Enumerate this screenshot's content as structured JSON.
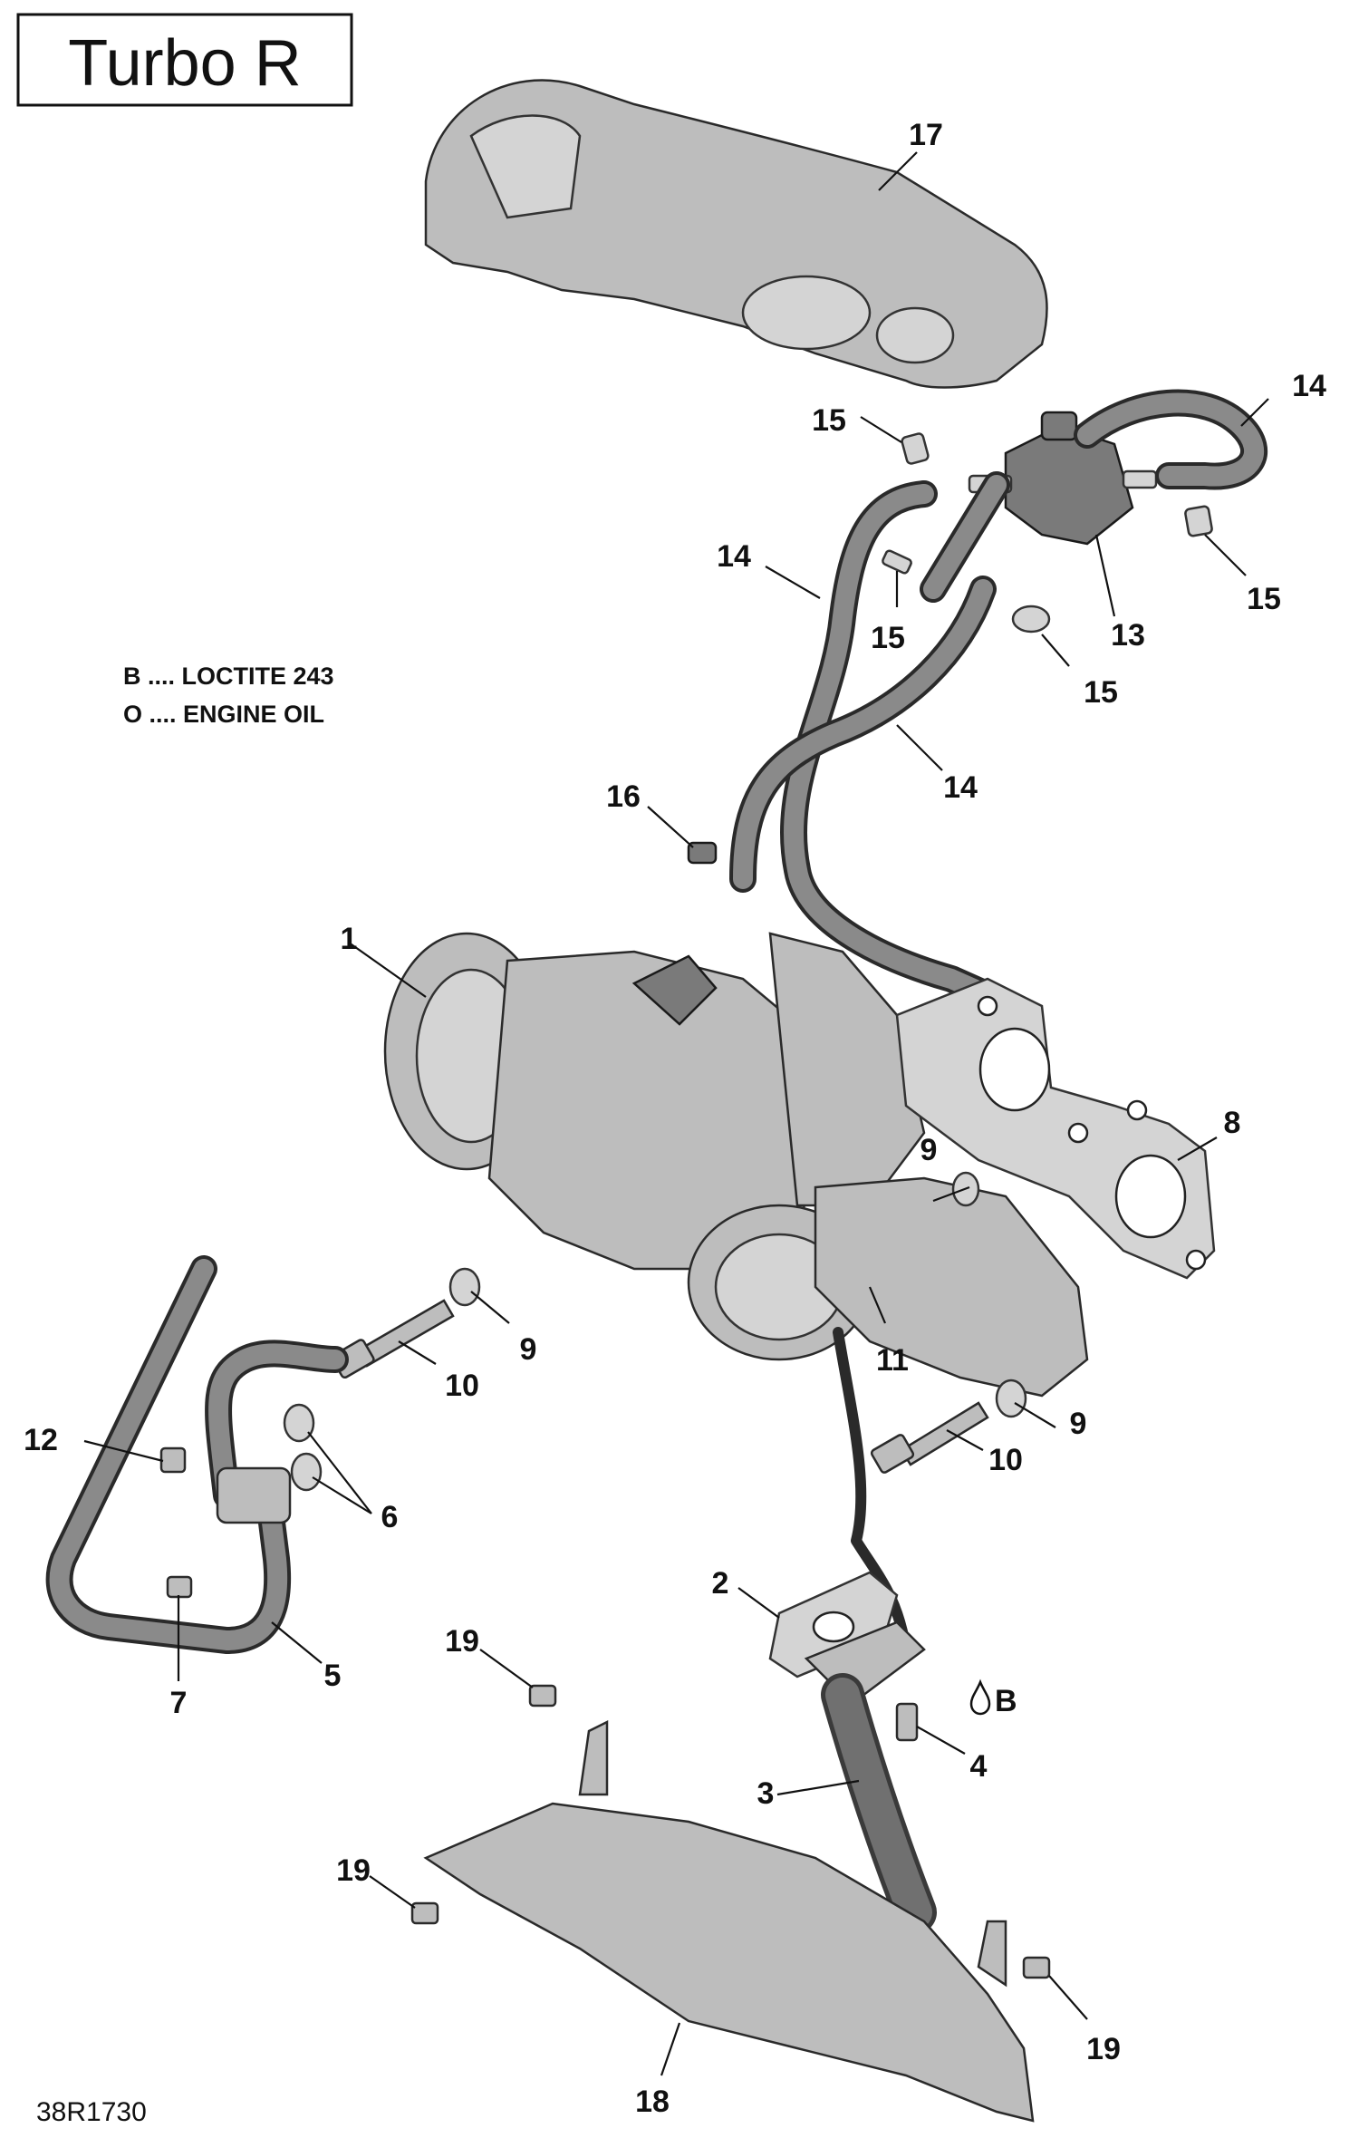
{
  "title": "Turbo R",
  "drawing_number": "38R1730",
  "legend": [
    {
      "code": "B",
      "text": "B .... LOCTITE 243"
    },
    {
      "code": "O",
      "text": "O .... ENGINE OIL"
    }
  ],
  "annotation_b": "B",
  "callouts": [
    {
      "id": "c1",
      "label": "1"
    },
    {
      "id": "c2",
      "label": "2"
    },
    {
      "id": "c3",
      "label": "3"
    },
    {
      "id": "c4",
      "label": "4"
    },
    {
      "id": "c5",
      "label": "5"
    },
    {
      "id": "c6",
      "label": "6"
    },
    {
      "id": "c7",
      "label": "7"
    },
    {
      "id": "c8",
      "label": "8"
    },
    {
      "id": "c9a",
      "label": "9"
    },
    {
      "id": "c9b",
      "label": "9"
    },
    {
      "id": "c9c",
      "label": "9"
    },
    {
      "id": "c10a",
      "label": "10"
    },
    {
      "id": "c10b",
      "label": "10"
    },
    {
      "id": "c11",
      "label": "11"
    },
    {
      "id": "c12",
      "label": "12"
    },
    {
      "id": "c13",
      "label": "13"
    },
    {
      "id": "c14a",
      "label": "14"
    },
    {
      "id": "c14b",
      "label": "14"
    },
    {
      "id": "c14c",
      "label": "14"
    },
    {
      "id": "c15a",
      "label": "15"
    },
    {
      "id": "c15b",
      "label": "15"
    },
    {
      "id": "c15c",
      "label": "15"
    },
    {
      "id": "c15d",
      "label": "15"
    },
    {
      "id": "c16",
      "label": "16"
    },
    {
      "id": "c17",
      "label": "17"
    },
    {
      "id": "c18",
      "label": "18"
    },
    {
      "id": "c19a",
      "label": "19"
    },
    {
      "id": "c19b",
      "label": "19"
    },
    {
      "id": "c19c",
      "label": "19"
    }
  ]
}
